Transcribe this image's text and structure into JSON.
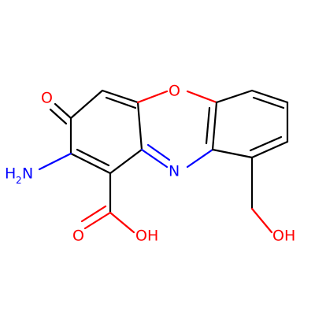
{
  "molecule": {
    "atom_labels": {
      "ketone_o": "O",
      "ring_o": "O",
      "ring_n": "N",
      "amino_h": "H",
      "amino_sub": "2",
      "amino_n": "N",
      "acid_o": "O",
      "acid_oh": "OH",
      "alcohol_oh": "OH"
    },
    "colors": {
      "bond": "#000000",
      "oxygen": "#ff0000",
      "nitrogen": "#0000ff"
    }
  }
}
